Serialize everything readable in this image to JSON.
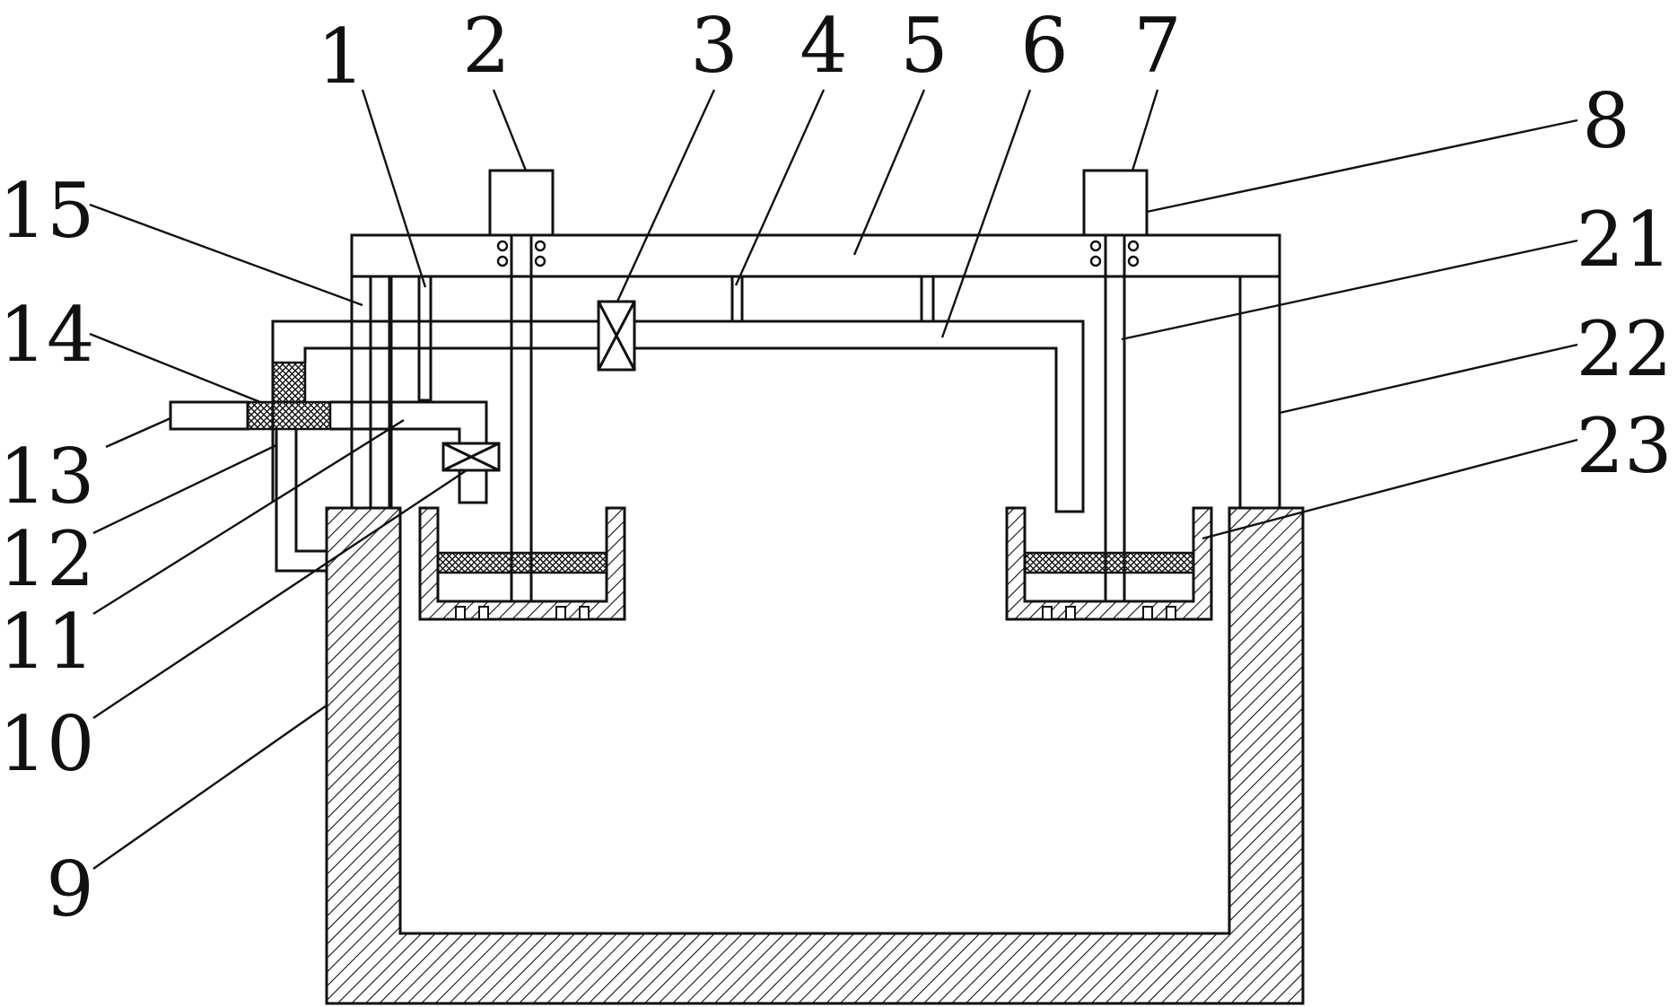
{
  "labels": {
    "l1": "1",
    "l2": "2",
    "l3": "3",
    "l4": "4",
    "l5": "5",
    "l6": "6",
    "l7": "7",
    "l8": "8",
    "l9": "9",
    "l10": "10",
    "l11": "11",
    "l12": "12",
    "l13": "13",
    "l14": "14",
    "l15": "15",
    "l21": "21",
    "l22": "22",
    "l23": "23"
  },
  "colors": {
    "line": "#111111",
    "background": "#ffffff"
  }
}
